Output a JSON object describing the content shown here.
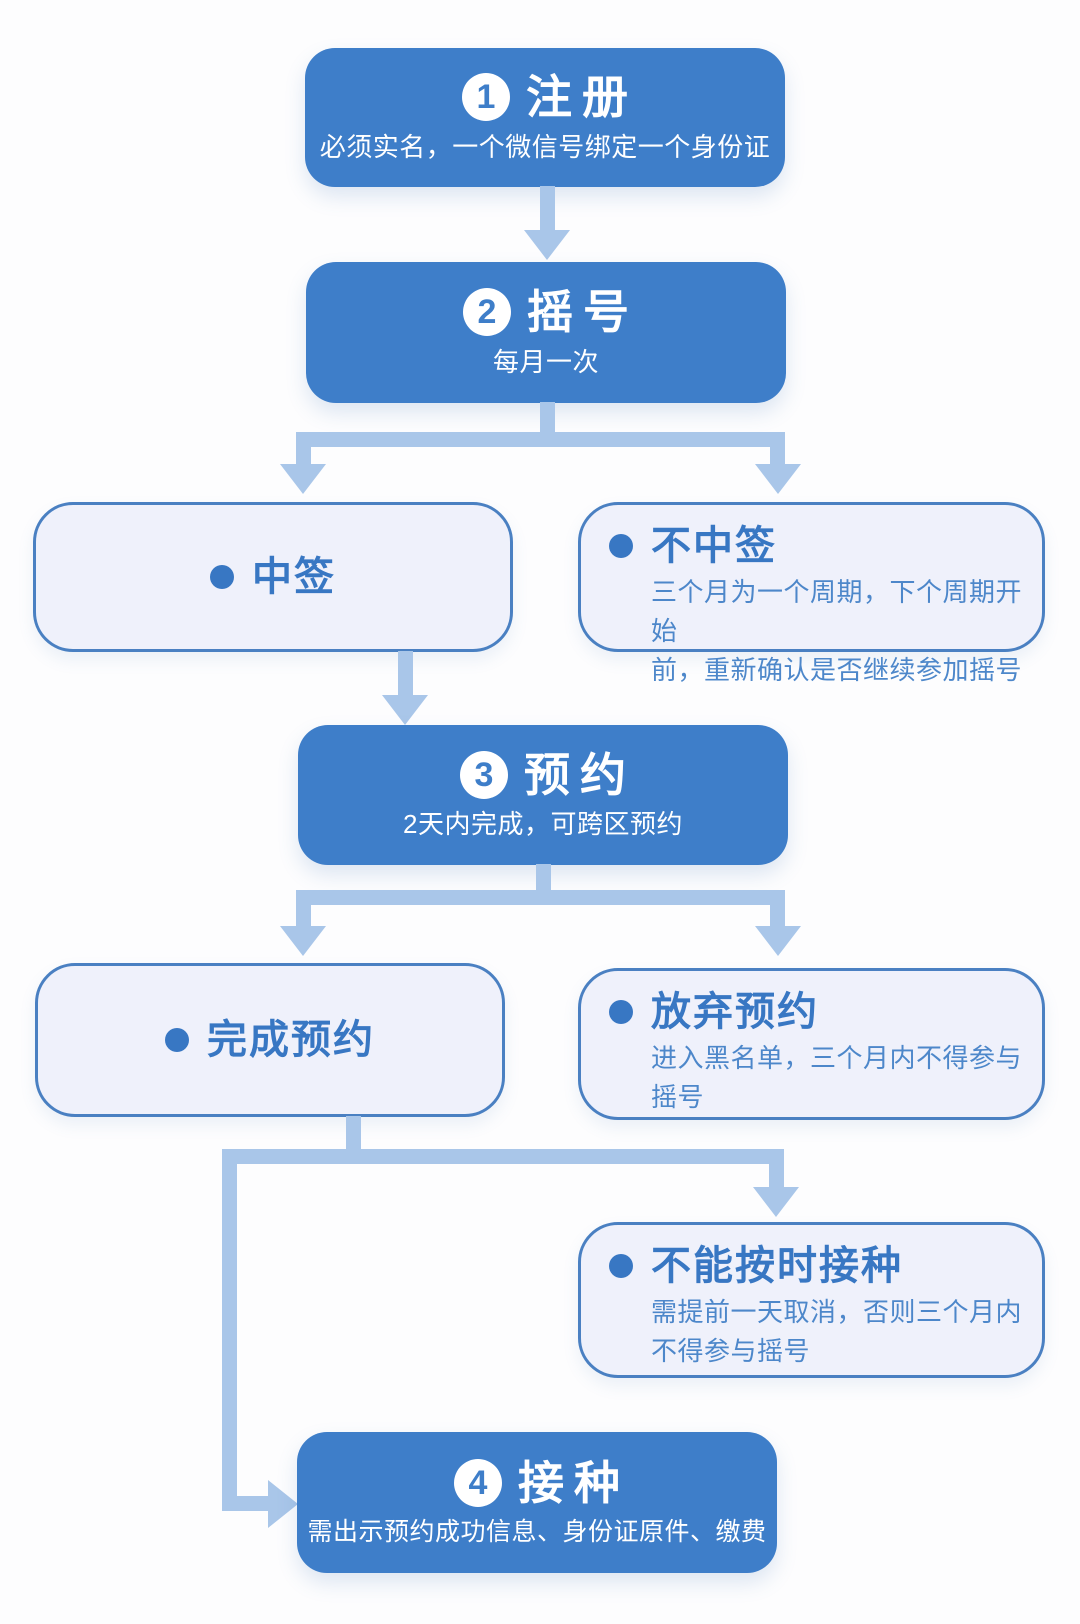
{
  "palette": {
    "box_blue": "#3e7ec9",
    "arrow_blue": "#a9c6e9",
    "outline_blue": "#4a80c2",
    "light_fill": "#eff1fb",
    "title_blue": "#3877c3",
    "body_blue": "#4d87ca",
    "background": "#fdfdfe"
  },
  "flow": {
    "steps": [
      {
        "number": "1",
        "title": "注册",
        "subtitle": "必须实名，一个微信号绑定一个身份证"
      },
      {
        "number": "2",
        "title": "摇号",
        "subtitle": "每月一次"
      },
      {
        "number": "3",
        "title": "预约",
        "subtitle": "2天内完成，可跨区预约"
      },
      {
        "number": "4",
        "title": "接种",
        "subtitle": "需出示预约成功信息、身份证原件、缴费"
      }
    ],
    "outcomes": {
      "win": {
        "title": "中签"
      },
      "lose": {
        "title": "不中签",
        "body": "三个月为一个周期，下个周期开始\n前，重新确认是否继续参加摇号"
      },
      "reserved": {
        "title": "完成预约"
      },
      "abandon": {
        "title": "放弃预约",
        "body": "进入黑名单，三个月内不得参与\n摇号"
      },
      "miss": {
        "title": "不能按时接种",
        "body": "需提前一天取消，否则三个月内\n不得参与摇号"
      }
    }
  }
}
